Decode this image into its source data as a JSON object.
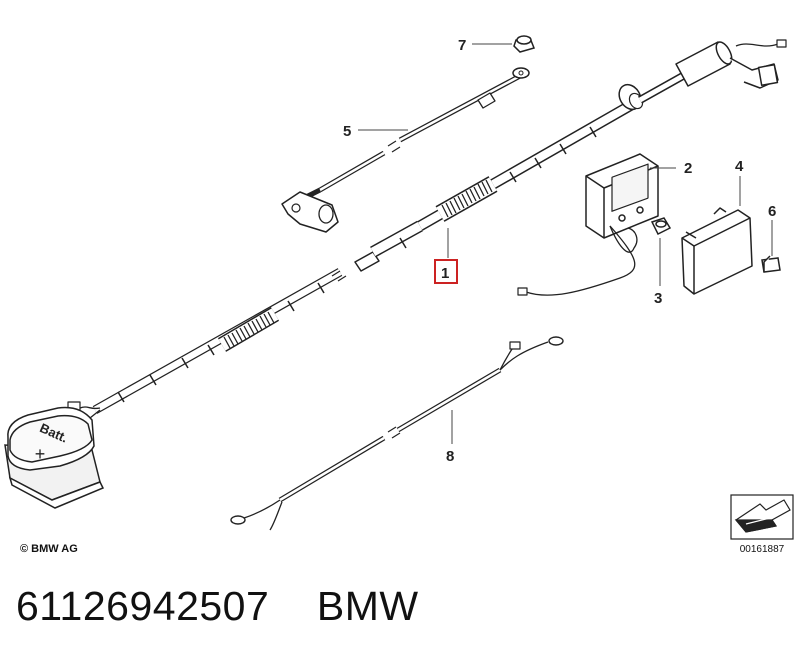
{
  "callouts": {
    "c1": "1",
    "c2": "2",
    "c3": "3",
    "c4": "4",
    "c5": "5",
    "c6": "6",
    "c7": "7",
    "c8": "8"
  },
  "battery_label": "Batt.",
  "battery_symbol": "+",
  "copyright": "© BMW AG",
  "reference_number": "00161887",
  "part_number": "61126942507",
  "brand": "BMW",
  "highlight_color": "#cc2222"
}
